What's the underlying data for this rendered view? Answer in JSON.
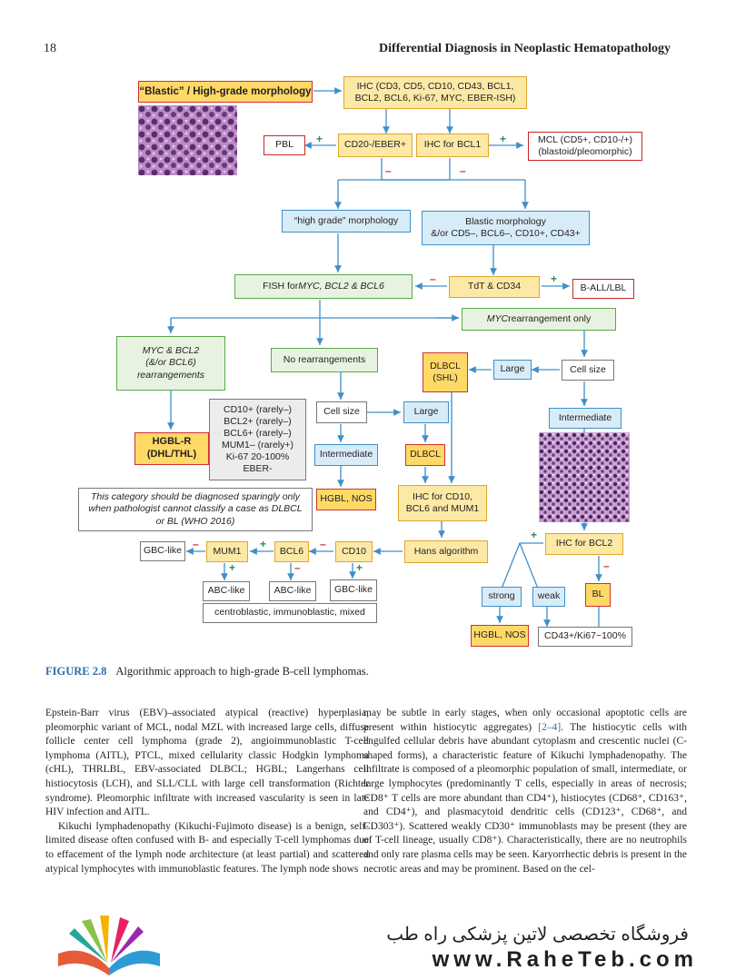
{
  "header": {
    "page_number": "18",
    "title": "Differential Diagnosis in Neoplastic Hematopathology"
  },
  "flowchart": {
    "blastic": "“Blastic” / High-grade morphology",
    "ihc_panel_1": "IHC (CD3, CD5, CD10, CD43, BCL1,",
    "ihc_panel_2": "BCL2, BCL6, Ki-67, MYC, EBER-ISH)",
    "pbl": "PBL",
    "cd20": "CD20-/EBER+",
    "ihc_bcl1": "IHC for BCL1",
    "mcl_1": "MCL (CD5+, CD10-/+)",
    "mcl_2": "(blastoid/pleomorphic)",
    "high_grade_morph": "“high grade” morphology",
    "blastic_morph_1": "Blastic morphology",
    "blastic_morph_2": "&/or CD5–, BCL6–, CD10+, CD43+",
    "fish_prefix": "FISH for ",
    "fish_genes": "MYC, BCL2 & BCL6",
    "tdt": "TdT & CD34",
    "ball": "B-ALL/LBL",
    "myc_only_gene": "MYC",
    "myc_only_rest": " rearrangement only",
    "myc_bcl2_1": "MYC & BCL2",
    "myc_bcl2_2": "(&/or BCL6)",
    "myc_bcl2_3": "rearrangements",
    "no_rearr": "No rearrangements",
    "dlbcl_shl_1": "DLBCL",
    "dlbcl_shl_2": "(SHL)",
    "large_1": "Large",
    "cell_size_1": "Cell size",
    "panel_list": [
      "CD10+ (rarely–)",
      "BCL2+ (rarely–)",
      "BCL6+ (rarely–)",
      "MUM1– (rarely+)",
      "Ki-67 20-100%",
      "EBER-"
    ],
    "cell_size_2": "Cell size",
    "large_2": "Large",
    "intermediate_1": "Intermediate",
    "hgbl_r_1": "HGBL-R",
    "hgbl_r_2": "(DHL/THL)",
    "intermediate_2": "Intermediate",
    "dlbcl": "DLBCL",
    "note_1": "This category should be diagnosed sparingly only",
    "note_2": "when pathologist cannot classify a case as DLBCL",
    "note_3": "or BL (WHO 2016)",
    "hgbl_nos_1": "HGBL, NOS",
    "ihc_cd10_1": "IHC for CD10,",
    "ihc_cd10_2": "BCL6 and MUM1",
    "gbc_like": "GBC-like",
    "mum1": "MUM1",
    "bcl6": "BCL6",
    "cd10": "CD10",
    "hans": "Hans algorithm",
    "ihc_bcl2": "IHC for BCL2",
    "abc_like_1": "ABC-like",
    "abc_like_2": "ABC-like",
    "gbc_like_2": "GBC-like",
    "centroblastic": "centroblastic, immunoblastic, mixed",
    "strong": "strong",
    "weak": "weak",
    "bl": "BL",
    "hgbl_nos_2": "HGBL, NOS",
    "cd43_ki67": "CD43+/Ki67~100%",
    "plus": "+",
    "minus": "–"
  },
  "figure_caption": {
    "label": "FIGURE 2.8",
    "text": "Algorithmic approach to high-grade B-cell lymphomas."
  },
  "body_text": {
    "left_p1": "Epstein-Barr virus (EBV)–associated atypical (reactive) hyperplasia, pleomorphic variant of MCL, nodal MZL with increased large cells, diffuse follicle center cell lymphoma (grade 2), angioimmunoblastic T-cell lymphoma (AITL), PTCL, mixed cellularity classic Hodgkin lymphoma (cHL), THRLBL, EBV-associated DLBCL; HGBL; Langerhans cell histiocytosis (LCH), and SLL/CLL with large cell transformation (Richter syndrome). Pleomorphic infiltrate with increased vascularity is seen in late HIV infection and AITL.",
    "left_p2": "Kikuchi lymphadenopathy (Kikuchi-Fujimoto disease) is a benign, self-limited disease often confused with B- and especially T-cell lymphomas due to effacement of the lymph node architecture (at least partial) and scattered atypical lymphocytes with immunoblastic features. The lymph node shows",
    "right_p1a": "may be subtle in early stages, when only occasional apoptotic cells are present within histiocytic aggregates) ",
    "right_cite": "[2–4]",
    "right_p1b": ". The histiocytic cells with engulfed cellular debris have abundant cytoplasm and crescentic nuclei (C-shaped forms), a characteristic feature of Kikuchi lymphadenopathy. The infiltrate is composed of a pleomorphic population of small, intermediate, or large lymphocytes (predominantly T cells, especially in areas of necrosis; CD8⁺ T cells are more abundant than CD4⁺), histiocytes (CD68⁺, CD163⁺, and CD4⁺), and plasmacytoid dendritic cells (CD123⁺, CD68⁺, and CD303⁺). Scattered weakly CD30⁺ immunoblasts may be present (they are of T-cell lineage, usually CD8⁺). Characteristically, there are no neutrophils and only rare plasma cells may be seen. Karyorrhectic debris is present in the necrotic areas and may be prominent. Based on the cel-"
  },
  "footer": {
    "line1": "فروشگاه تخصصی لاتین پزشکی راه طب",
    "line2": "www.RaheTeb.com"
  },
  "colors": {
    "arrow": "#3d8fc9",
    "plus": "#2e8b57",
    "minus": "#d32f2f",
    "caption_label": "#2a6fb0"
  }
}
